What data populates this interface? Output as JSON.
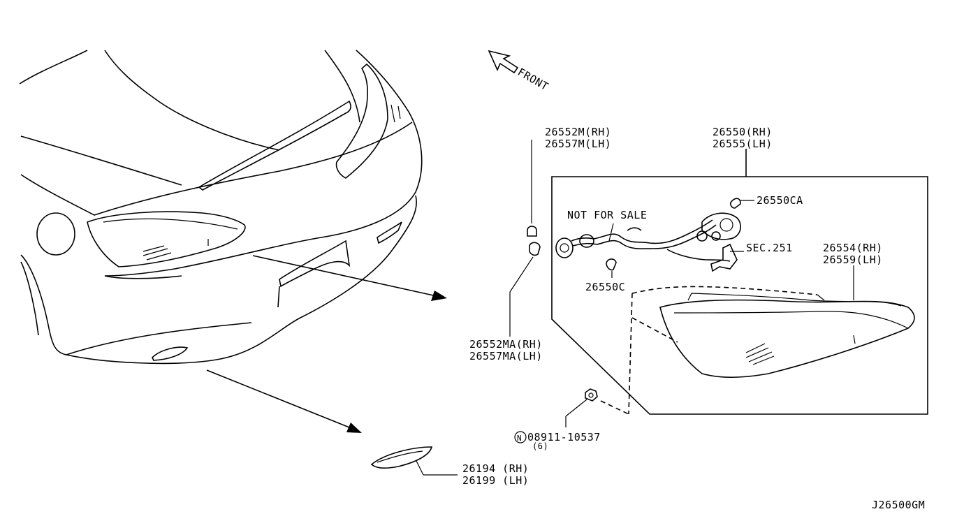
{
  "direction": "FRONT",
  "watermark": "NOT FOR SALE",
  "diagram_code": "J26500GM",
  "parts": {
    "socket_rh": "26552M(RH)",
    "socket_lh": "26557M(LH)",
    "socket_a_rh": "26552MA(RH)",
    "socket_a_lh": "26557MA(LH)",
    "lamp_assy_rh": "26550(RH)",
    "lamp_assy_lh": "26555(LH)",
    "bulb_ca": "26550CA",
    "bulb_c": "26550C",
    "section_ref": "SEC.251",
    "lens_rh": "26554(RH)",
    "lens_lh": "26559(LH)",
    "nut": "08911-10537",
    "nut_qty": "(6)",
    "nut_prefix": "N",
    "side_marker_rh": "26194 (RH)",
    "side_marker_lh": "26199 (LH)"
  }
}
